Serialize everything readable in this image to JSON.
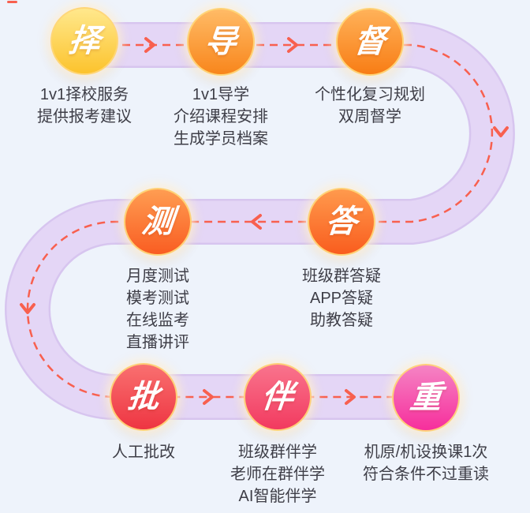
{
  "page": {
    "background": "#eef3fb"
  },
  "journey": {
    "band_color": "#e4d6f6",
    "band_edge_color": "#d7c5ef",
    "arrow_color": "#f8604f"
  },
  "steps": [
    {
      "id": "choose",
      "badge": "择",
      "label": "1v1择校服务\n提供报考建议",
      "color_top": "#ffe88c",
      "color_bottom": "#fcc32d"
    },
    {
      "id": "guide",
      "badge": "导",
      "label": "1v1导学\n介绍课程安排\n生成学员档案",
      "color_top": "#ffbb66",
      "color_bottom": "#f8861c"
    },
    {
      "id": "supervise",
      "badge": "督",
      "label": "个性化复习规划\n双周督学",
      "color_top": "#ffb259",
      "color_bottom": "#f87d15"
    },
    {
      "id": "test",
      "badge": "测",
      "label": "月度测试\n模考测试\n在线监考\n直播讲评",
      "color_top": "#ff9d52",
      "color_bottom": "#f95d22"
    },
    {
      "id": "answer",
      "badge": "答",
      "label": "班级群答疑\nAPP答疑\n助教答疑",
      "color_top": "#ff9a4d",
      "color_bottom": "#f95d1e"
    },
    {
      "id": "review",
      "badge": "批",
      "label": "人工批改",
      "color_top": "#f97070",
      "color_bottom": "#ee3542"
    },
    {
      "id": "accompany",
      "badge": "伴",
      "label": "班级群伴学\n老师在群伴学\nAI智能伴学",
      "color_top": "#f9748d",
      "color_bottom": "#f23a5f"
    },
    {
      "id": "retake",
      "badge": "重",
      "label": "机原/机设换课1次\n符合条件不过重读",
      "color_top": "#f584c4",
      "color_bottom": "#f62e9c"
    }
  ]
}
